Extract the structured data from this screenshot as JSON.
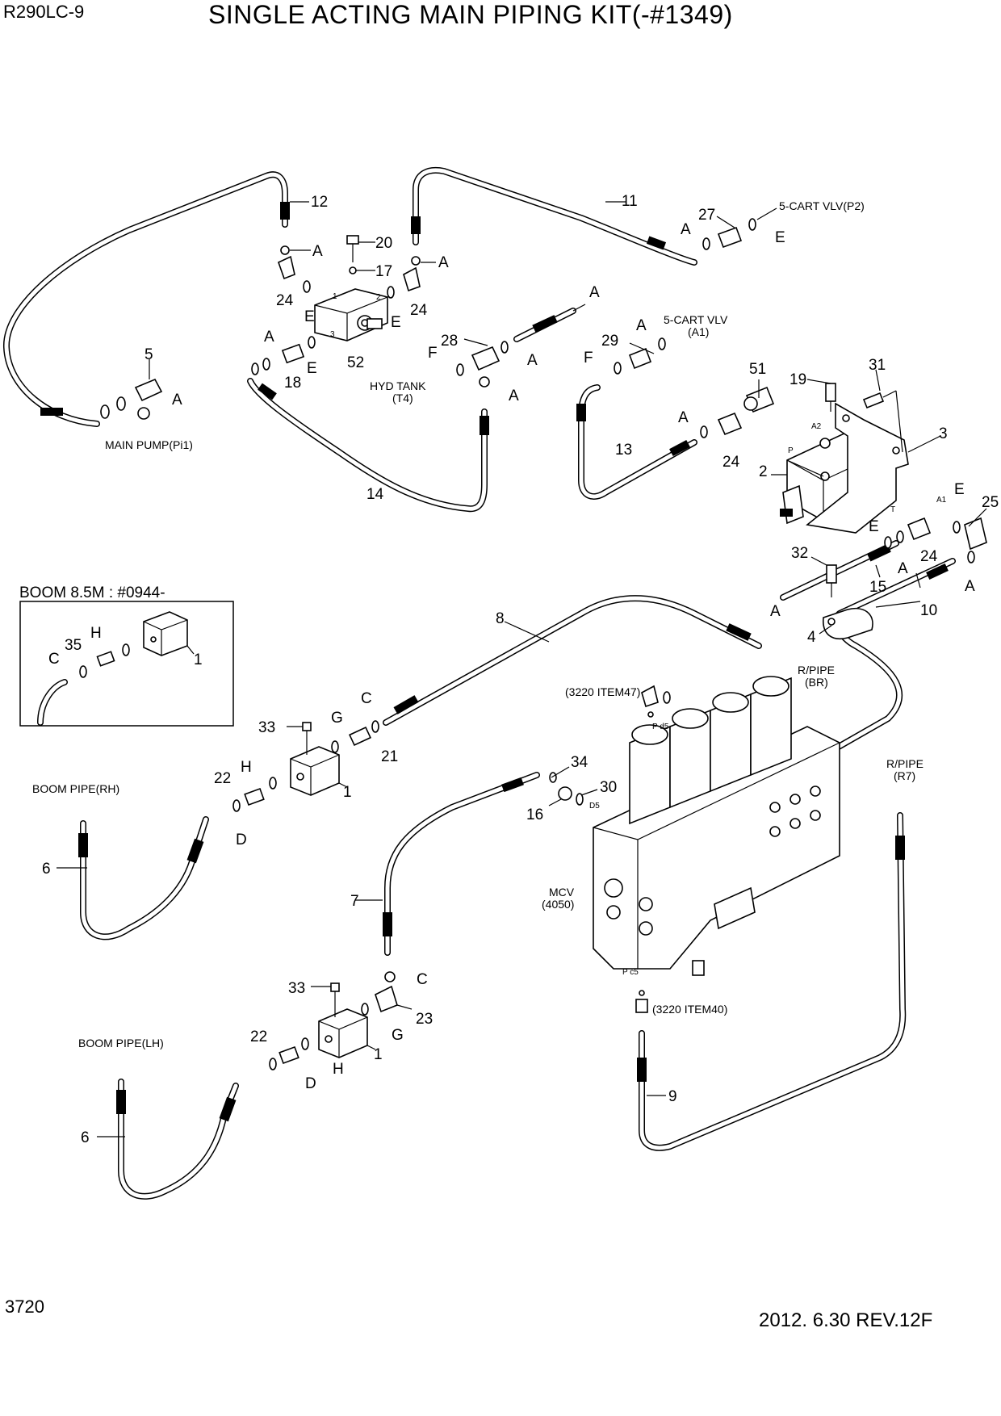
{
  "header": {
    "model": "R290LC-9",
    "title": "SINGLE ACTING MAIN PIPING KIT(-#1349)"
  },
  "footer": {
    "page": "3720",
    "revision": "2012. 6.30  REV.12F"
  },
  "callouts": {
    "c1a": "1",
    "c1b": "1",
    "c1c": "1",
    "c2": "2",
    "c3": "3",
    "c4": "4",
    "c5": "5",
    "c6a": "6",
    "c6b": "6",
    "c7": "7",
    "c8": "8",
    "c9": "9",
    "c10": "10",
    "c11": "11",
    "c12": "12",
    "c13": "13",
    "c14": "14",
    "c15": "15",
    "c16": "16",
    "c17": "17",
    "c18": "18",
    "c19": "19",
    "c20": "20",
    "c21": "21",
    "c22a": "22",
    "c22b": "22",
    "c23": "23",
    "c24a": "24",
    "c24b": "24",
    "c24c": "24",
    "c24d": "24",
    "c25": "25",
    "c27": "27",
    "c28": "28",
    "c29": "29",
    "c30": "30",
    "c31": "31",
    "c32": "32",
    "c33a": "33",
    "c33b": "33",
    "c34": "34",
    "c35": "35",
    "c51": "51",
    "c52": "52"
  },
  "letters": {
    "A": "A",
    "C": "C",
    "D": "D",
    "E": "E",
    "F": "F",
    "G": "G",
    "H": "H"
  },
  "ports": {
    "p1": "1",
    "p2": "2",
    "p3": "3",
    "A1": "A1",
    "A2": "A2",
    "P": "P",
    "T": "T",
    "Pd5": "P d5",
    "D5": "D5",
    "Pc5": "P c5"
  },
  "notes": {
    "main_pump": "MAIN PUMP(Pi1)",
    "hyd_tank_1": "HYD TANK",
    "hyd_tank_2": "(T4)",
    "cart_p2": "5-CART VLV(P2)",
    "cart_a1_1": "5-CART VLV",
    "cart_a1_2": "(A1)",
    "r_pipe_br_1": "R/PIPE",
    "r_pipe_br_2": "(BR)",
    "r_pipe_r7_1": "R/PIPE",
    "r_pipe_r7_2": "(R7)",
    "item47": "(3220 ITEM47)",
    "item40": "(3220 ITEM40)",
    "mcv_1": "MCV",
    "mcv_2": "(4050)",
    "boom_rh": "BOOM PIPE(RH)",
    "boom_lh": "BOOM PIPE(LH)",
    "inset_title": "BOOM 8.5M : #0944-"
  },
  "icons": [
    "hose-icon",
    "o-ring-icon",
    "elbow-fitting-icon",
    "valve-block-icon",
    "control-valve-icon",
    "bolt-icon",
    "clamp-icon"
  ]
}
